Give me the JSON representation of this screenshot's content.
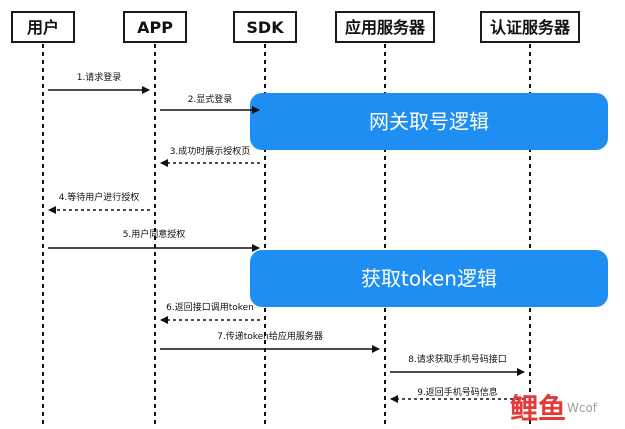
{
  "actors": [
    {
      "key": "user",
      "label": "用户"
    },
    {
      "key": "app",
      "label": "APP"
    },
    {
      "key": "sdk",
      "label": "SDK"
    },
    {
      "key": "appserver",
      "label": "应用服务器"
    },
    {
      "key": "auth",
      "label": "认证服务器"
    }
  ],
  "bands": [
    {
      "label": "网关取号逻辑"
    },
    {
      "label": "获取token逻辑"
    }
  ],
  "messages": [
    {
      "label": "1.请求登录",
      "from": "user",
      "to": "app",
      "style": "solid"
    },
    {
      "label": "2.显式登录",
      "from": "app",
      "to": "sdk",
      "style": "solid"
    },
    {
      "label": "3.成功时展示授权页",
      "from": "sdk",
      "to": "app",
      "style": "dashed"
    },
    {
      "label": "4.等待用户进行授权",
      "from": "app",
      "to": "user",
      "style": "dashed"
    },
    {
      "label": "5.用户同意授权",
      "from": "user",
      "to": "sdk",
      "style": "solid"
    },
    {
      "label": "6.返回接口调用token",
      "from": "sdk",
      "to": "app",
      "style": "dashed"
    },
    {
      "label": "7.传递token给应用服务器",
      "from": "app",
      "to": "appserver",
      "style": "solid"
    },
    {
      "label": "8.请求获取手机号码接口",
      "from": "appserver",
      "to": "auth",
      "style": "solid"
    },
    {
      "label": "9.返回手机号码信息",
      "from": "auth",
      "to": "appserver",
      "style": "dashed"
    }
  ],
  "watermark": {
    "logo": "鲤鱼",
    "sub": "Wcof"
  }
}
